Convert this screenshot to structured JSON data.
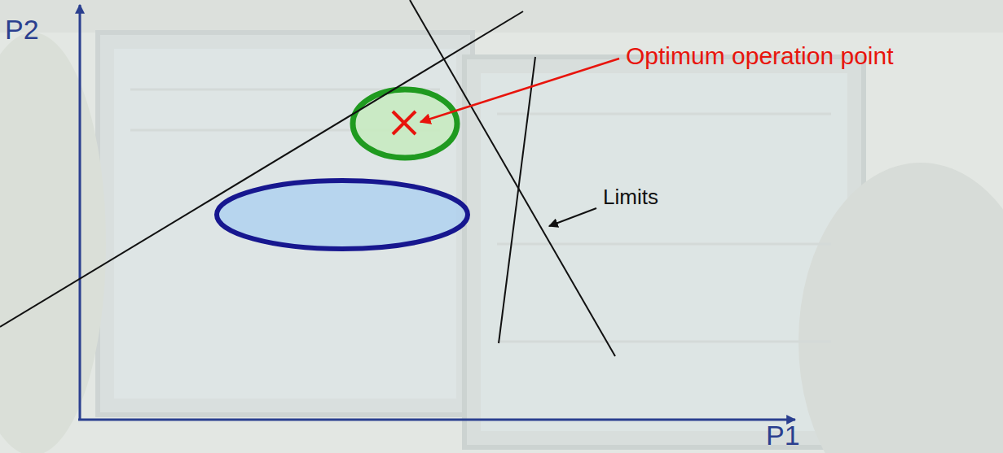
{
  "diagram": {
    "labels": [
      "P2",
      "P1",
      "Optimum operation point",
      "Limits"
    ]
  }
}
